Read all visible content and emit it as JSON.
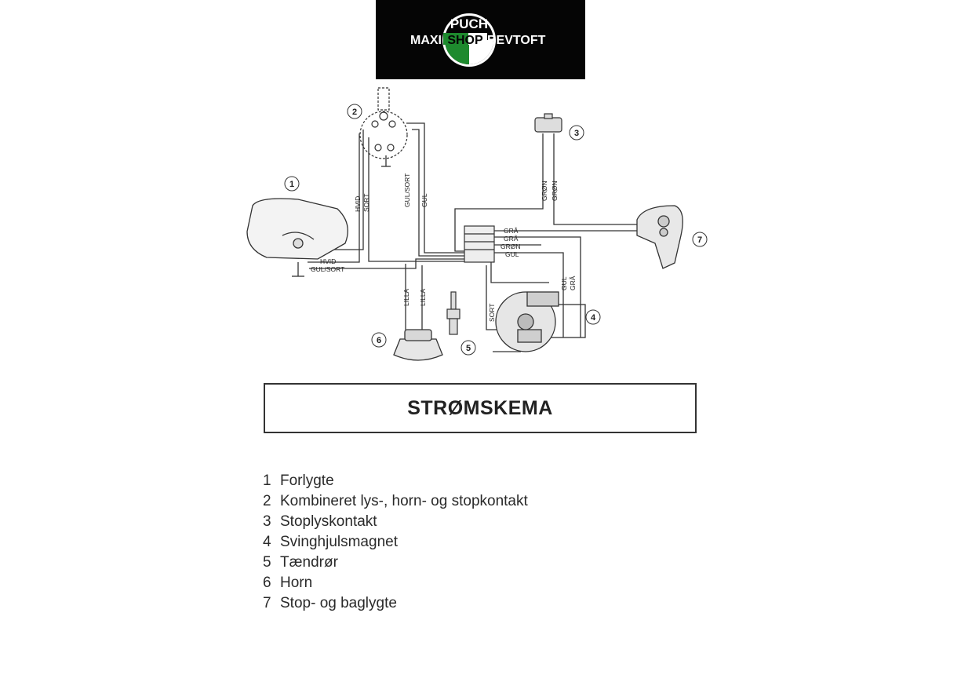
{
  "logo": {
    "brand": "PUCH",
    "left_text": "MAXI",
    "middle_text": "SHOP",
    "right_text": "BEVTOFT",
    "colors": {
      "background": "#050505",
      "green": "#1e8a2e",
      "white": "#ffffff"
    }
  },
  "diagram": {
    "component_numbers": [
      "1",
      "2",
      "3",
      "4",
      "5",
      "6",
      "7"
    ],
    "wire_labels": {
      "hvid_1": "HVID",
      "sort_1": "SORT",
      "gul_sort_1": "GUL/SORT",
      "gul_1": "GUL",
      "gron_1": "GRØN",
      "gron_2": "GRØN",
      "gra_1": "GRÅ",
      "gra_2": "GRÅ",
      "gron_3": "GRØN",
      "gul_2": "GUL",
      "hvid_2": "HVID",
      "gul_sort_2": "GUL/SORT",
      "gul_3": "GUL",
      "gra_3": "GRÅ",
      "lilla_1": "LILLA",
      "lilla_2": "LILLA",
      "sort_2": "SORT"
    }
  },
  "title": "STRØMSKEMA",
  "legend": [
    {
      "num": "1",
      "label": "Forlygte"
    },
    {
      "num": "2",
      "label": "Kombineret lys-, horn- og stopkontakt"
    },
    {
      "num": "3",
      "label": "Stoplyskontakt"
    },
    {
      "num": "4",
      "label": "Svinghjulsmagnet"
    },
    {
      "num": "5",
      "label": "Tændrør"
    },
    {
      "num": "6",
      "label": "Horn"
    },
    {
      "num": "7",
      "label": "Stop- og baglygte"
    }
  ]
}
